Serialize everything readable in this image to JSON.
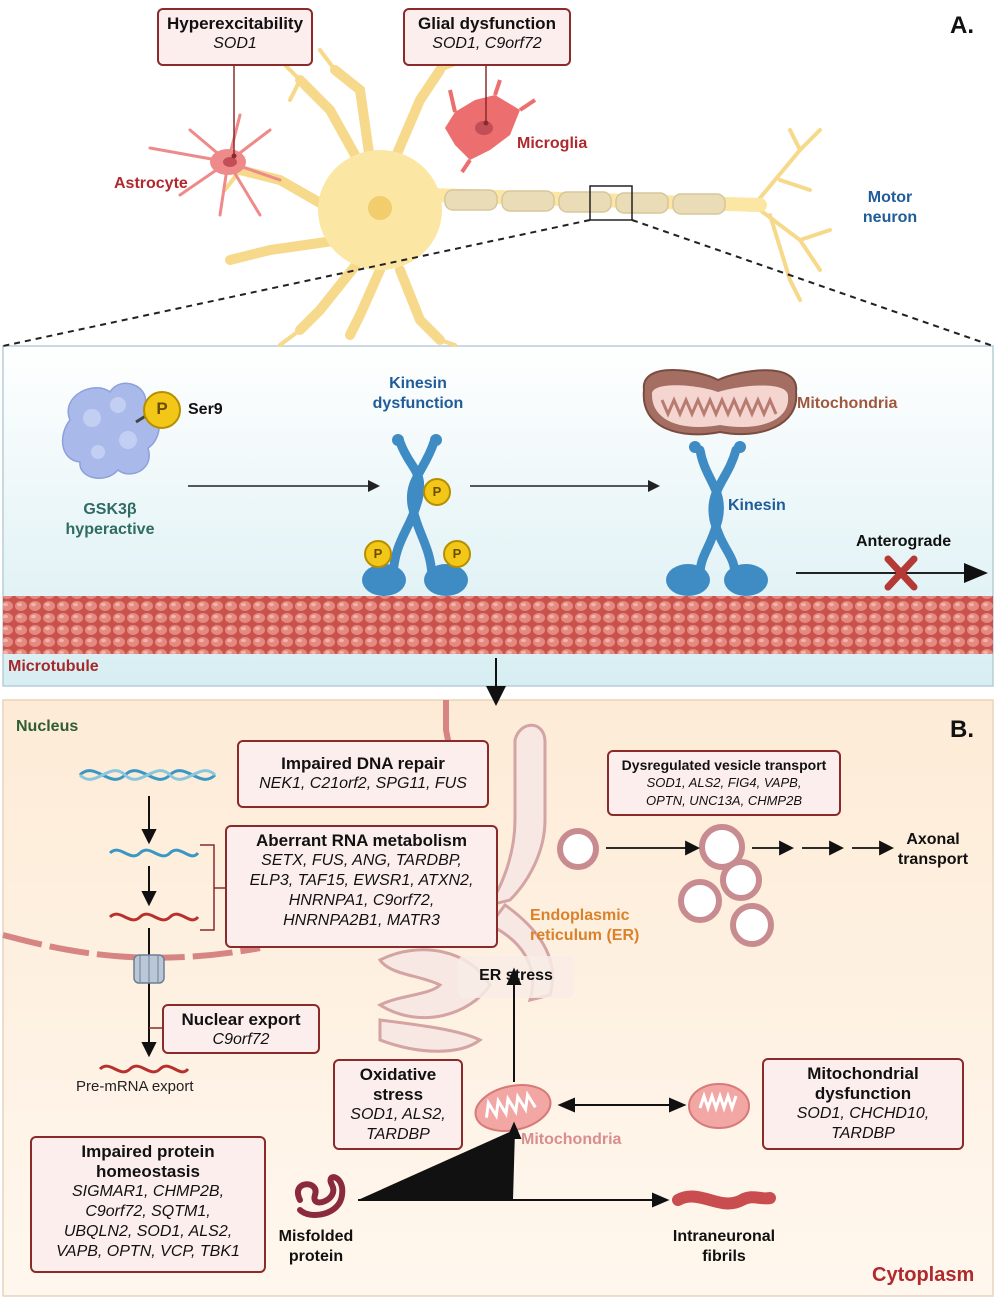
{
  "panel_a": {
    "letter": "A.",
    "hyperexcitability": {
      "title": "Hyperexcitability",
      "genes": "SOD1"
    },
    "glial": {
      "title": "Glial dysfunction",
      "genes": "SOD1, C9orf72"
    },
    "astrocyte": "Astrocyte",
    "microglia": "Microglia",
    "motor_neuron_1": "Motor",
    "motor_neuron_2": "neuron",
    "ser9": "Ser9",
    "p": "P",
    "gsk_1": "GSK3β",
    "gsk_2": "hyperactive",
    "kinesin_dys_1": "Kinesin",
    "kinesin_dys_2": "dysfunction",
    "mitochondria": "Mitochondria",
    "kinesin": "Kinesin",
    "anterograde": "Anterograde",
    "microtubule": "Microtubule"
  },
  "panel_b": {
    "letter": "B.",
    "nucleus": "Nucleus",
    "dna_repair": {
      "title": "Impaired DNA repair",
      "genes": "NEK1, C21orf2, SPG11, FUS"
    },
    "rna": {
      "title": "Aberrant RNA metabolism",
      "genes": [
        "SETX, FUS, ANG, TARDBP,",
        "ELP3, TAF15, EWSR1, ATXN2,",
        "HNRNPA1, C9orf72,",
        "HNRNPA2B1, MATR3"
      ]
    },
    "vesicle": {
      "title": "Dysregulated vesicle transport",
      "genes": [
        "SOD1, ALS2, FIG4, VAPB,",
        "OPTN, UNC13A, CHMP2B"
      ]
    },
    "axonal_1": "Axonal",
    "axonal_2": "transport",
    "er_1": "Endoplasmic",
    "er_2": "reticulum (ER)",
    "er_stress": "ER stress",
    "nuclear_export": {
      "title": "Nuclear export",
      "genes": "C9orf72"
    },
    "pre_mrna": "Pre-mRNA export",
    "oxidative": {
      "title_1": "Oxidative",
      "title_2": "stress",
      "genes": [
        "SOD1, ALS2,",
        "TARDBP"
      ]
    },
    "mitochondria": "Mitochondria",
    "mito_dys": {
      "title_1": "Mitochondrial",
      "title_2": "dysfunction",
      "genes": [
        "SOD1, CHCHD10,",
        "TARDBP"
      ]
    },
    "proteostasis": {
      "title_1": "Impaired protein",
      "title_2": "homeostasis",
      "genes": [
        "SIGMAR1, CHMP2B,",
        "C9orf72, SQTM1,",
        "UBQLN2, SOD1, ALS2,",
        "VAPB, OPTN, VCP, TBK1"
      ]
    },
    "misfolded_1": "Misfolded",
    "misfolded_2": "protein",
    "fibrils_1": "Intraneuronal",
    "fibrils_2": "fibrils",
    "cytoplasm": "Cytoplasm"
  },
  "colors": {
    "box_border": "#8a2a2a",
    "box_fill": "#fdeeee",
    "red_label": "#b0292d",
    "blue_label": "#1f5c99",
    "kinesin": "#3f8cc4",
    "microtubule": "#d96b62",
    "neuron": "#fbe6a3",
    "er": "#c98f93",
    "orange_label": "#d9822b",
    "green_label": "#2f5d34"
  }
}
